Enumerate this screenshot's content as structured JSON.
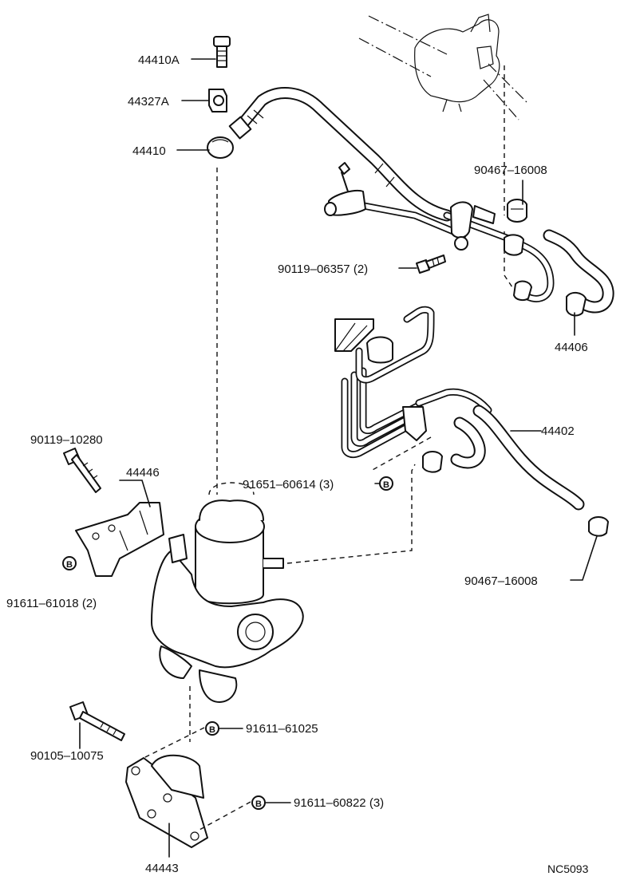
{
  "diagram_code": "NC5093",
  "badge_letter": "B",
  "parts": [
    {
      "id": "p1",
      "text": "44410A"
    },
    {
      "id": "p2",
      "text": "44327A"
    },
    {
      "id": "p3",
      "text": "44410"
    },
    {
      "id": "p4",
      "text": "90467–16008"
    },
    {
      "id": "p5",
      "text": "90119–06357 (2)"
    },
    {
      "id": "p6",
      "text": "44406"
    },
    {
      "id": "p7",
      "text": "44402"
    },
    {
      "id": "p8",
      "text": "90119–10280"
    },
    {
      "id": "p9",
      "text": "44446"
    },
    {
      "id": "p10",
      "text": "91651–60614 (3)"
    },
    {
      "id": "p11",
      "text": "90467–16008"
    },
    {
      "id": "p12",
      "text": "91611–61018 (2)"
    },
    {
      "id": "p13",
      "text": "91611–61025"
    },
    {
      "id": "p14",
      "text": "90105–10075"
    },
    {
      "id": "p15",
      "text": "91611–60822 (3)"
    },
    {
      "id": "p16",
      "text": "44443"
    }
  ]
}
